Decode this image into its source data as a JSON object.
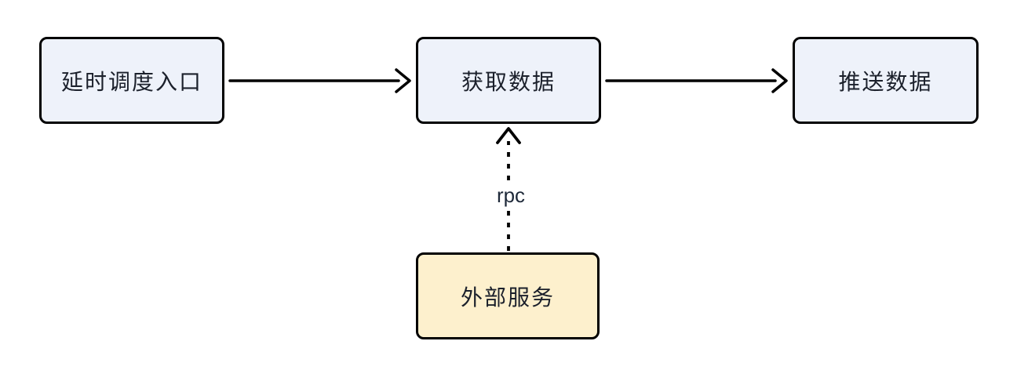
{
  "diagram": {
    "background": "#ffffff",
    "nodes": [
      {
        "id": "entry",
        "label": "延时调度入口",
        "shape": "rounded-rect",
        "fill": "#eef2fa"
      },
      {
        "id": "fetch",
        "label": "获取数据",
        "shape": "rounded-rect",
        "fill": "#eef2fa"
      },
      {
        "id": "push",
        "label": "推送数据",
        "shape": "rounded-rect",
        "fill": "#eef2fa"
      },
      {
        "id": "external",
        "label": "外部服务",
        "shape": "rounded-rect",
        "fill": "#fdf0cd"
      }
    ],
    "edges": [
      {
        "from": "entry",
        "to": "fetch",
        "label": "",
        "style": "solid",
        "direction": "right"
      },
      {
        "from": "fetch",
        "to": "push",
        "label": "",
        "style": "solid",
        "direction": "right"
      },
      {
        "from": "external",
        "to": "fetch",
        "label": "rpc",
        "style": "dashed",
        "direction": "up"
      }
    ],
    "colors": {
      "stroke": "#000000",
      "node_border": "#000000",
      "text": "#1b202b",
      "edge_label_text": "#1e2939",
      "process_fill": "#eef2fa",
      "external_fill": "#fdf0cd"
    }
  }
}
